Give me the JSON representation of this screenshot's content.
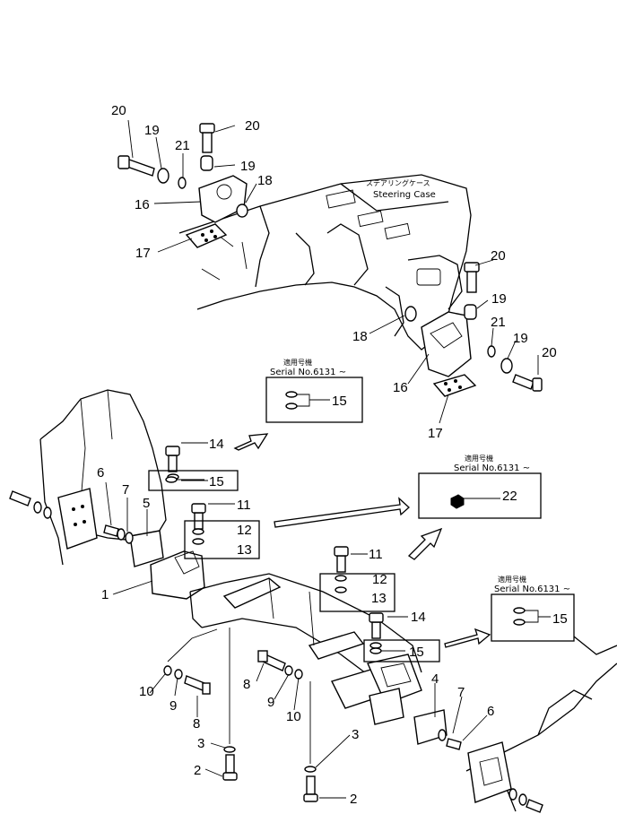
{
  "callouts": {
    "c1": "1",
    "c2a": "2",
    "c2b": "2",
    "c3a": "3",
    "c3b": "3",
    "c4": "4",
    "c5": "5",
    "c6a": "6",
    "c6b": "6",
    "c7a": "7",
    "c7b": "7",
    "c8a": "8",
    "c8b": "8",
    "c9a": "9",
    "c9b": "9",
    "c10a": "10",
    "c10b": "10",
    "c11a": "11",
    "c11b": "11",
    "c12a": "12",
    "c12b": "12",
    "c13a": "13",
    "c13b": "13",
    "c14a": "14",
    "c14b": "14",
    "c15a": "15",
    "c15b": "15",
    "c15c": "15",
    "c15d": "15",
    "c16a": "16",
    "c16b": "16",
    "c17a": "17",
    "c17b": "17",
    "c18a": "18",
    "c18b": "18",
    "c19a": "19",
    "c19b": "19",
    "c19c": "19",
    "c19d": "19",
    "c20a": "20",
    "c20b": "20",
    "c20c": "20",
    "c20d": "20",
    "c21a": "21",
    "c21b": "21",
    "c22": "22"
  },
  "labels": {
    "steering_case_jp": "ステアリングケース",
    "steering_case_en": "Steering Case",
    "serial_jp_1": "適用号機",
    "serial_en_1": "Serial No.6131 ~",
    "serial_jp_2": "適用号機",
    "serial_en_2": "Serial No.6131 ~",
    "serial_jp_3": "適用号機",
    "serial_en_3": "Serial No.6131 ~"
  }
}
